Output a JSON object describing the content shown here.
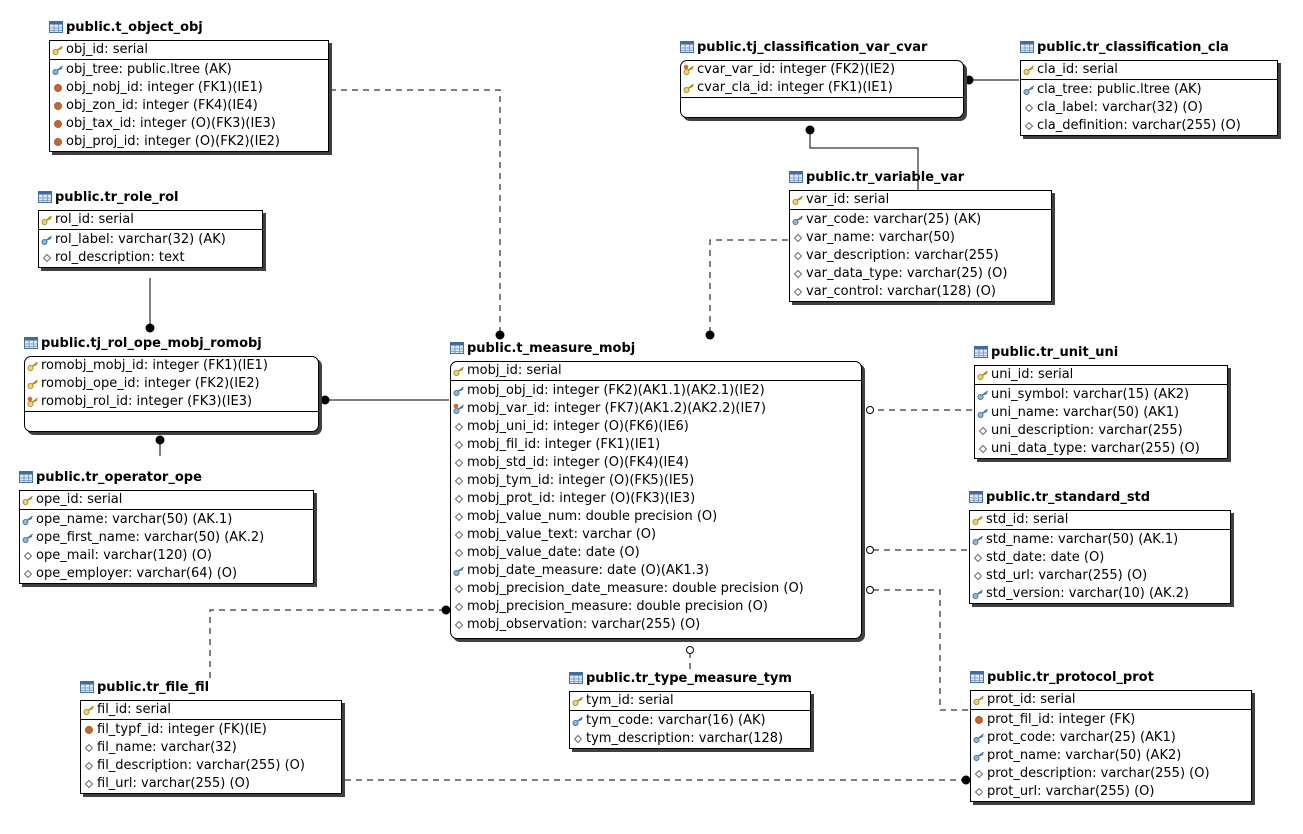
{
  "entities": [
    {
      "id": "obj",
      "title": "public.t_object_obj",
      "rounded": false,
      "pk": [
        {
          "text": "obj_id: serial",
          "icon": "key"
        }
      ],
      "attrs": [
        {
          "text": "obj_tree: public.ltree (AK)",
          "icon": "ak-key"
        },
        {
          "text": "obj_nobj_id: integer (FK1)(IE1)",
          "icon": "fk-dot"
        },
        {
          "text": "obj_zon_id: integer (FK4)(IE4)",
          "icon": "fk-dot"
        },
        {
          "text": "obj_tax_id: integer (O)(FK3)(IE3)",
          "icon": "fk-dot"
        },
        {
          "text": "obj_proj_id: integer (O)(FK2)(IE2)",
          "icon": "fk-dot"
        }
      ]
    },
    {
      "id": "rol",
      "title": "public.tr_role_rol",
      "rounded": false,
      "pk": [
        {
          "text": "rol_id: serial",
          "icon": "key"
        }
      ],
      "attrs": [
        {
          "text": "rol_label: varchar(32) (AK)",
          "icon": "ak-key"
        },
        {
          "text": "rol_description: text",
          "icon": "diamond"
        }
      ]
    },
    {
      "id": "romobj",
      "title": "public.tj_rol_ope_mobj_romobj",
      "rounded": true,
      "pk": [
        {
          "text": "romobj_mobj_id: integer (FK1)(IE1)",
          "icon": "key"
        },
        {
          "text": "romobj_ope_id: integer (FK2)(IE2)",
          "icon": "key"
        },
        {
          "text": "romobj_rol_id: integer (FK3)(IE3)",
          "icon": "pfk-key"
        }
      ],
      "attrs": []
    },
    {
      "id": "ope",
      "title": "public.tr_operator_ope",
      "rounded": false,
      "pk": [
        {
          "text": "ope_id: serial",
          "icon": "key"
        }
      ],
      "attrs": [
        {
          "text": "ope_name: varchar(50) (AK.1)",
          "icon": "ak-key"
        },
        {
          "text": "ope_first_name: varchar(50) (AK.2)",
          "icon": "ak-key"
        },
        {
          "text": "ope_mail: varchar(120) (O)",
          "icon": "diamond"
        },
        {
          "text": "ope_employer: varchar(64) (O)",
          "icon": "diamond"
        }
      ]
    },
    {
      "id": "cvar",
      "title": "public.tj_classification_var_cvar",
      "rounded": true,
      "pk": [
        {
          "text": "cvar_var_id: integer (FK2)(IE2)",
          "icon": "pfk-key"
        },
        {
          "text": "cvar_cla_id: integer (FK1)(IE1)",
          "icon": "key"
        }
      ],
      "attrs": []
    },
    {
      "id": "cla",
      "title": "public.tr_classification_cla",
      "rounded": false,
      "pk": [
        {
          "text": "cla_id: serial",
          "icon": "key"
        }
      ],
      "attrs": [
        {
          "text": "cla_tree: public.ltree (AK)",
          "icon": "ak-key"
        },
        {
          "text": "cla_label: varchar(32) (O)",
          "icon": "diamond"
        },
        {
          "text": "cla_definition: varchar(255) (O)",
          "icon": "diamond"
        }
      ]
    },
    {
      "id": "var",
      "title": "public.tr_variable_var",
      "rounded": false,
      "pk": [
        {
          "text": "var_id: serial",
          "icon": "key"
        }
      ],
      "attrs": [
        {
          "text": "var_code: varchar(25) (AK)",
          "icon": "ak-key"
        },
        {
          "text": "var_name: varchar(50)",
          "icon": "diamond"
        },
        {
          "text": "var_description: varchar(255)",
          "icon": "diamond"
        },
        {
          "text": "var_data_type: varchar(25) (O)",
          "icon": "diamond"
        },
        {
          "text": "var_control: varchar(128) (O)",
          "icon": "diamond"
        }
      ]
    },
    {
      "id": "mobj",
      "title": "public.t_measure_mobj",
      "rounded": true,
      "pk": [
        {
          "text": "mobj_id: serial",
          "icon": "key"
        }
      ],
      "attrs": [
        {
          "text": "mobj_obj_id: integer (FK2)(AK1.1)(AK2.1)(IE2)",
          "icon": "ak-key"
        },
        {
          "text": "mobj_var_id: integer (FK7)(AK1.2)(AK2.2)(IE7)",
          "icon": "fk-ak"
        },
        {
          "text": "mobj_uni_id: integer (O)(FK6)(IE6)",
          "icon": "diamond"
        },
        {
          "text": "mobj_fil_id: integer (FK1)(IE1)",
          "icon": "diamond"
        },
        {
          "text": "mobj_std_id: integer (O)(FK4)(IE4)",
          "icon": "diamond"
        },
        {
          "text": "mobj_tym_id: integer (O)(FK5)(IE5)",
          "icon": "diamond"
        },
        {
          "text": "mobj_prot_id: integer (O)(FK3)(IE3)",
          "icon": "diamond"
        },
        {
          "text": "mobj_value_num: double precision (O)",
          "icon": "diamond"
        },
        {
          "text": "mobj_value_text: varchar (O)",
          "icon": "diamond"
        },
        {
          "text": "mobj_value_date: date (O)",
          "icon": "diamond"
        },
        {
          "text": "mobj_date_measure: date (O)(AK1.3)",
          "icon": "ak-key"
        },
        {
          "text": "mobj_precision_date_measure: double precision (O)",
          "icon": "diamond"
        },
        {
          "text": "mobj_precision_measure: double precision (O)",
          "icon": "diamond"
        },
        {
          "text": "mobj_observation: varchar(255) (O)",
          "icon": "diamond"
        }
      ]
    },
    {
      "id": "uni",
      "title": "public.tr_unit_uni",
      "rounded": false,
      "pk": [
        {
          "text": "uni_id: serial",
          "icon": "key"
        }
      ],
      "attrs": [
        {
          "text": "uni_symbol: varchar(15) (AK2)",
          "icon": "ak-key"
        },
        {
          "text": "uni_name: varchar(50) (AK1)",
          "icon": "ak-key"
        },
        {
          "text": "uni_description: varchar(255)",
          "icon": "diamond"
        },
        {
          "text": "uni_data_type: varchar(255) (O)",
          "icon": "diamond"
        }
      ]
    },
    {
      "id": "std",
      "title": "public.tr_standard_std",
      "rounded": false,
      "pk": [
        {
          "text": "std_id: serial",
          "icon": "key"
        }
      ],
      "attrs": [
        {
          "text": "std_name: varchar(50) (AK.1)",
          "icon": "ak-key"
        },
        {
          "text": "std_date: date (O)",
          "icon": "diamond"
        },
        {
          "text": "std_url: varchar(255) (O)",
          "icon": "diamond"
        },
        {
          "text": "std_version: varchar(10) (AK.2)",
          "icon": "ak-key"
        }
      ]
    },
    {
      "id": "tym",
      "title": "public.tr_type_measure_tym",
      "rounded": false,
      "pk": [
        {
          "text": "tym_id: serial",
          "icon": "key"
        }
      ],
      "attrs": [
        {
          "text": "tym_code: varchar(16) (AK)",
          "icon": "ak-key"
        },
        {
          "text": "tym_description: varchar(128)",
          "icon": "diamond"
        }
      ]
    },
    {
      "id": "fil",
      "title": "public.tr_file_fil",
      "rounded": false,
      "pk": [
        {
          "text": "fil_id: serial",
          "icon": "key"
        }
      ],
      "attrs": [
        {
          "text": "fil_typf_id: integer (FK)(IE)",
          "icon": "fk-dot"
        },
        {
          "text": "fil_name: varchar(32)",
          "icon": "diamond"
        },
        {
          "text": "fil_description: varchar(255) (O)",
          "icon": "diamond"
        },
        {
          "text": "fil_url: varchar(255) (O)",
          "icon": "diamond"
        }
      ]
    },
    {
      "id": "prot",
      "title": "public.tr_protocol_prot",
      "rounded": false,
      "pk": [
        {
          "text": "prot_id: serial",
          "icon": "key"
        }
      ],
      "attrs": [
        {
          "text": "prot_fil_id: integer (FK)",
          "icon": "fk-dot"
        },
        {
          "text": "prot_code: varchar(25) (AK1)",
          "icon": "ak-key"
        },
        {
          "text": "prot_name: varchar(50) (AK2)",
          "icon": "ak-key"
        },
        {
          "text": "prot_description: varchar(255) (O)",
          "icon": "diamond"
        },
        {
          "text": "prot_url: varchar(255) (O)",
          "icon": "diamond"
        }
      ]
    }
  ],
  "relationships": [
    {
      "id": "rel-obj-mobj",
      "from": "obj",
      "to": "mobj",
      "identifying": false,
      "end_marker": "filled"
    },
    {
      "id": "rel-rol-romobj",
      "from": "rol",
      "to": "romobj",
      "identifying": true,
      "end_marker": "filled"
    },
    {
      "id": "rel-ope-romobj",
      "from": "ope",
      "to": "romobj",
      "identifying": true,
      "end_marker": "filled"
    },
    {
      "id": "rel-mobj-romobj",
      "from": "mobj",
      "to": "romobj",
      "identifying": true,
      "end_marker": "filled"
    },
    {
      "id": "rel-cla-cvar",
      "from": "cla",
      "to": "cvar",
      "identifying": true,
      "end_marker": "filled"
    },
    {
      "id": "rel-var-cvar",
      "from": "var",
      "to": "cvar",
      "identifying": true,
      "end_marker": "filled"
    },
    {
      "id": "rel-var-mobj",
      "from": "var",
      "to": "mobj",
      "identifying": false,
      "end_marker": "filled"
    },
    {
      "id": "rel-uni-mobj",
      "from": "uni",
      "to": "mobj",
      "identifying": false,
      "end_marker": "hollow"
    },
    {
      "id": "rel-std-mobj",
      "from": "std",
      "to": "mobj",
      "identifying": false,
      "end_marker": "hollow"
    },
    {
      "id": "rel-prot-mobj",
      "from": "prot",
      "to": "mobj",
      "identifying": false,
      "end_marker": "hollow"
    },
    {
      "id": "rel-tym-mobj",
      "from": "tym",
      "to": "mobj",
      "identifying": false,
      "end_marker": "hollow"
    },
    {
      "id": "rel-fil-mobj",
      "from": "fil",
      "to": "mobj",
      "identifying": false,
      "end_marker": "filled"
    },
    {
      "id": "rel-fil-prot",
      "from": "fil",
      "to": "prot",
      "identifying": false,
      "end_marker": "filled"
    }
  ]
}
